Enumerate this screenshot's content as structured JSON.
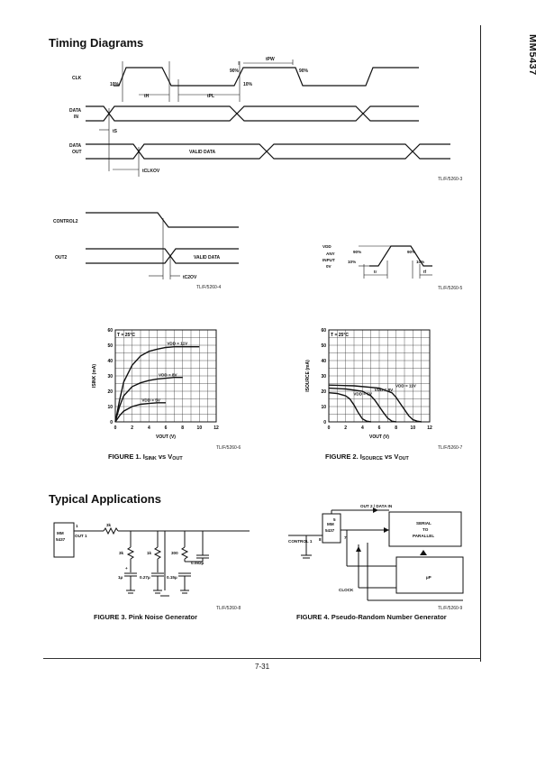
{
  "part_number": "MM5437",
  "page_number": "7-31",
  "sections": {
    "timing_title": "Timing Diagrams",
    "apps_title": "Typical Applications"
  },
  "timing1": {
    "labels": {
      "clk": "CLK",
      "data_in_1": "DATA",
      "data_in_2": "IN",
      "data_out_1": "DATA",
      "data_out_2": "OUT",
      "p90a": "90%",
      "p90b": "90%",
      "p10a": "10%",
      "p10b": "10%",
      "tpw": "tPW",
      "th": "tH",
      "tpl": "tPL",
      "ts": "tS",
      "tclkov": "tCLKOV",
      "valid": "VALID DATA"
    },
    "ref": "TL/F/5260-3"
  },
  "timing2": {
    "labels": {
      "control2": "CONTROL2",
      "out2": "OUT2",
      "valid": "VALID DATA",
      "tc2ov": "tC2OV"
    },
    "ref": "TL/F/5260-4"
  },
  "timing3": {
    "labels": {
      "vdd": "VDD",
      "any": "ANY",
      "input": "INPUT",
      "zero": "0V",
      "p90a": "90%",
      "p90b": "90%",
      "p10a": "10%",
      "p10b": "10%",
      "tr": "tr",
      "tf": "tf"
    },
    "ref": "TL/F/5260-5"
  },
  "fig1": {
    "caption_a": "FIGURE 1. I",
    "caption_sub1": "SINK",
    "caption_b": " vs V",
    "caption_sub2": "OUT",
    "ref": "TL/F/5260-6"
  },
  "fig2": {
    "caption_a": "FIGURE 2. I",
    "caption_sub1": "SOURCE",
    "caption_b": " vs V",
    "caption_sub2": "OUT",
    "ref": "TL/F/5260-7"
  },
  "fig3": {
    "caption": "FIGURE 3. Pink Noise Generator",
    "ref": "TL/F/5260-8",
    "labels": {
      "pin1": "1",
      "mm": "MM",
      "part": "5437",
      "out1": "OUT 1",
      "r3k": "3k",
      "r3k2": "3k",
      "r1k": "1k",
      "r300": "300",
      "c1": "1µ",
      "c027": "0.27µ",
      "c015": "0.15µ",
      "c0082": "0.082µ",
      "plus": "+"
    }
  },
  "fig4": {
    "caption": "FIGURE 4. Pseudo-Random Number Generator",
    "ref": "TL/F/5260-9",
    "labels": {
      "out2": "OUT 2 / DATA IN",
      "pin5": "5",
      "pin7": "7",
      "mm": "MM",
      "part": "5437",
      "control1": "CONTROL 1",
      "pin8": "8",
      "clock": "CLOCK",
      "s1": "SERIAL",
      "s2": "TO",
      "s3": "PARALLEL",
      "up": "µP"
    }
  },
  "chart_data": [
    {
      "type": "line",
      "title": "",
      "annotation": "T = 25°C",
      "xlabel": "VOUT (V)",
      "ylabel": "ISINK (mA)",
      "xlim": [
        0,
        12
      ],
      "ylim": [
        0,
        60
      ],
      "xticks": [
        0,
        2,
        4,
        6,
        8,
        10,
        12
      ],
      "yticks": [
        0,
        10,
        20,
        30,
        40,
        50,
        60
      ],
      "grid": true,
      "series": [
        {
          "name": "VDD = 11V",
          "x": [
            0,
            0.5,
            1,
            2,
            3,
            4,
            5,
            6,
            7,
            8,
            10
          ],
          "y": [
            0,
            14,
            26,
            37,
            43,
            46,
            47.5,
            48.5,
            49,
            49,
            49
          ]
        },
        {
          "name": "VDD = 8V",
          "x": [
            0,
            0.5,
            1,
            2,
            3,
            4,
            5,
            6,
            7,
            8
          ],
          "y": [
            0,
            10,
            17,
            23,
            25.5,
            27,
            28,
            28.5,
            29,
            29
          ]
        },
        {
          "name": "VDD = 5V",
          "x": [
            0,
            0.5,
            1,
            2,
            3,
            4,
            5,
            6
          ],
          "y": [
            0,
            4,
            7,
            10,
            11.5,
            12,
            12.5,
            12.5
          ]
        }
      ]
    },
    {
      "type": "line",
      "title": "",
      "annotation": "T = 25°C",
      "xlabel": "VOUT (V)",
      "ylabel": "ISOURCE (mA)",
      "xlim": [
        0,
        12
      ],
      "ylim": [
        0,
        60
      ],
      "xticks": [
        0,
        2,
        4,
        6,
        8,
        10,
        12
      ],
      "yticks": [
        0,
        10,
        20,
        30,
        40,
        50,
        60
      ],
      "grid": true,
      "series": [
        {
          "name": "VDD = 5V",
          "x": [
            0,
            1,
            2,
            2.5,
            3,
            3.5,
            4,
            4.5,
            5
          ],
          "y": [
            19,
            18.5,
            17,
            15,
            11,
            6,
            2,
            0.5,
            0
          ]
        },
        {
          "name": "VDD = 8V",
          "x": [
            0,
            2,
            4,
            5,
            5.5,
            6,
            6.5,
            7,
            7.5,
            8
          ],
          "y": [
            22,
            21.5,
            20,
            17,
            14,
            10,
            6,
            2.5,
            0.5,
            0
          ]
        },
        {
          "name": "VDD = 11V",
          "x": [
            0,
            3,
            6,
            7.5,
            8,
            8.5,
            9,
            9.5,
            10,
            10.5,
            11
          ],
          "y": [
            24,
            23.5,
            22,
            19,
            16,
            12,
            8,
            4,
            1.5,
            0.5,
            0
          ]
        }
      ]
    }
  ]
}
